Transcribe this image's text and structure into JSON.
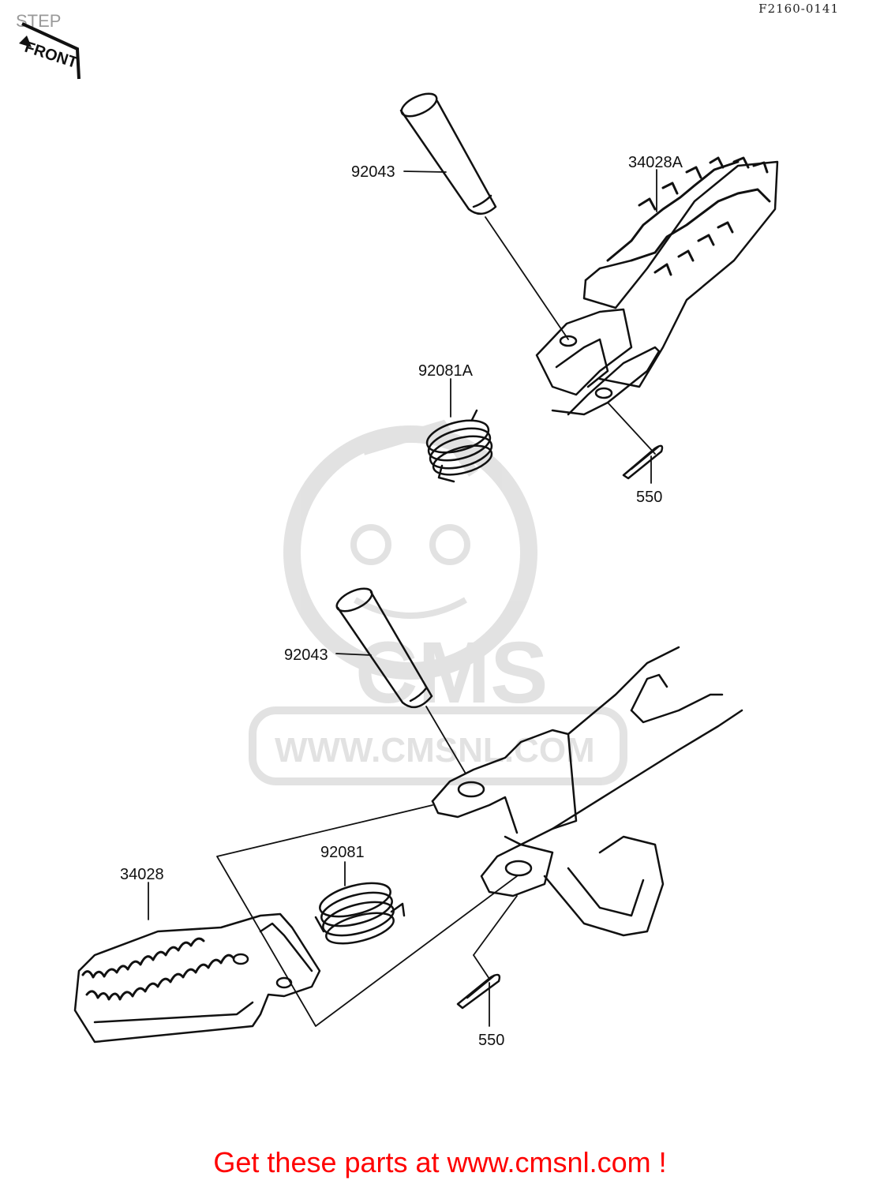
{
  "header": {
    "title": "STEP",
    "reference_code": "F2160-0141",
    "front_marker": "FRONT"
  },
  "watermark": {
    "brand": "CMS",
    "url": "WWW.CMSNL.COM"
  },
  "callouts": {
    "upper_pin": "92043",
    "upper_step": "34028A",
    "upper_spring": "92081A",
    "upper_cotter": "550",
    "lower_pin": "92043",
    "lower_step": "34028",
    "lower_spring": "92081",
    "lower_cotter": "550"
  },
  "footer": {
    "cta": "Get these parts at www.cmsnl.com !",
    "cta_color": "#ff0000"
  }
}
